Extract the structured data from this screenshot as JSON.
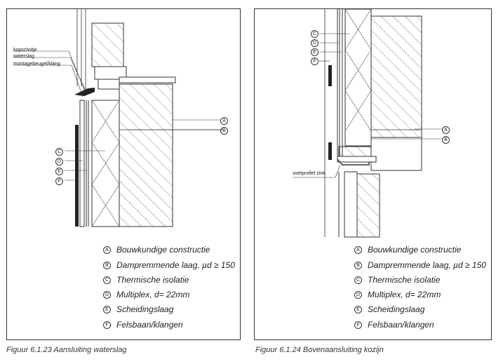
{
  "figures": [
    {
      "id": "left",
      "caption": "Figuur 6.1.23 Aansluiting waterslag",
      "callouts": [
        "kopschotje",
        "waterslag",
        "montagebeugel/klang"
      ],
      "markers_right": [
        "A",
        "B"
      ],
      "markers_left": [
        "C",
        "D",
        "E",
        "F"
      ]
    },
    {
      "id": "right",
      "caption": "Figuur 6.1.24 Bovenaansluiting kozijn",
      "callouts": [
        "voetprofiel zink"
      ],
      "markers_right": [
        "A",
        "B"
      ],
      "markers_left": [
        "C",
        "D",
        "E",
        "F"
      ]
    }
  ],
  "legend": [
    {
      "letter": "A",
      "text": "Bouwkundige constructie"
    },
    {
      "letter": "B",
      "text": "Dampremmende laag, µd ≥ 150"
    },
    {
      "letter": "C",
      "text": "Thermische isolatie"
    },
    {
      "letter": "D",
      "text": "Multiplex, d= 22mm"
    },
    {
      "letter": "E",
      "text": "Scheidingslaag"
    },
    {
      "letter": "F",
      "text": "Felsbaan/klangen"
    }
  ],
  "colors": {
    "line": "#333333",
    "hatch": "#555555",
    "background": "#ffffff"
  }
}
